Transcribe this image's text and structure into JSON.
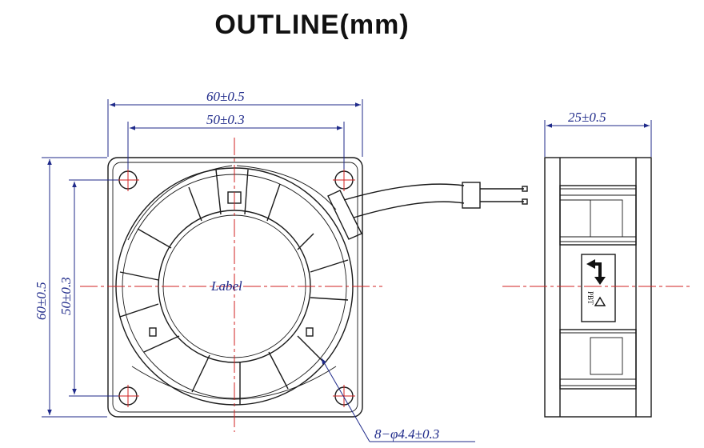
{
  "title": "OUTLINE(mm)",
  "dimensions": {
    "front_width_outer": "60±0.5",
    "front_width_hole": "50±0.3",
    "front_height_outer": "60±0.5",
    "front_height_hole": "50±0.3",
    "hole_spec": "8−φ4.4±0.3",
    "side_depth": "25±0.5"
  },
  "label_text": "Label",
  "side_marking": "PBT",
  "colors": {
    "dimension": "#1f2a8a",
    "centerline": "#d22020",
    "outline": "#1a1a1a"
  }
}
